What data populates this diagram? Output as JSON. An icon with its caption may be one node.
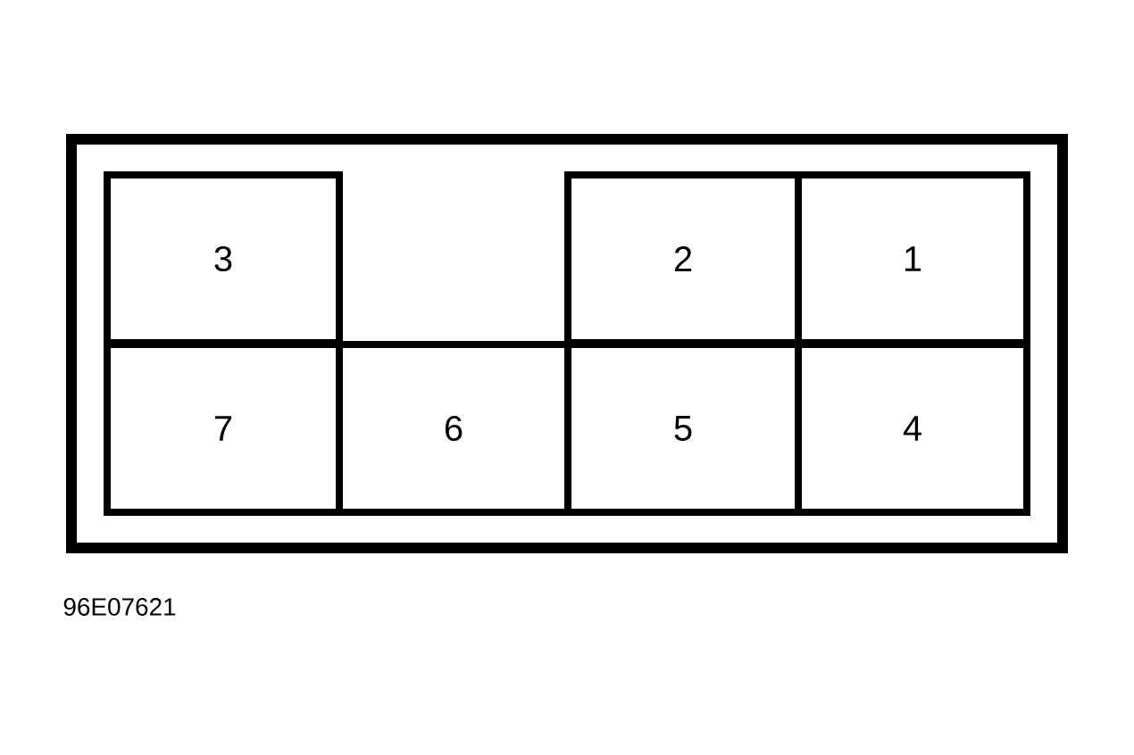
{
  "diagram": {
    "nodes": [
      {
        "text": [],
        "shape": "box"
      },
      {
        "text": [
          "3"
        ],
        "in": 0
      },
      {
        "text": [
          "2"
        ],
        "in": 0
      },
      {
        "text": [
          "1"
        ],
        "in": 0
      },
      {
        "text": [
          "7"
        ],
        "in": 0
      },
      {
        "text": [
          "6"
        ],
        "in": 0
      },
      {
        "text": [
          "5"
        ],
        "in": 0
      },
      {
        "text": [
          "4"
        ],
        "in": 0
      }
    ],
    "labels": [
      "96E07621"
    ]
  }
}
